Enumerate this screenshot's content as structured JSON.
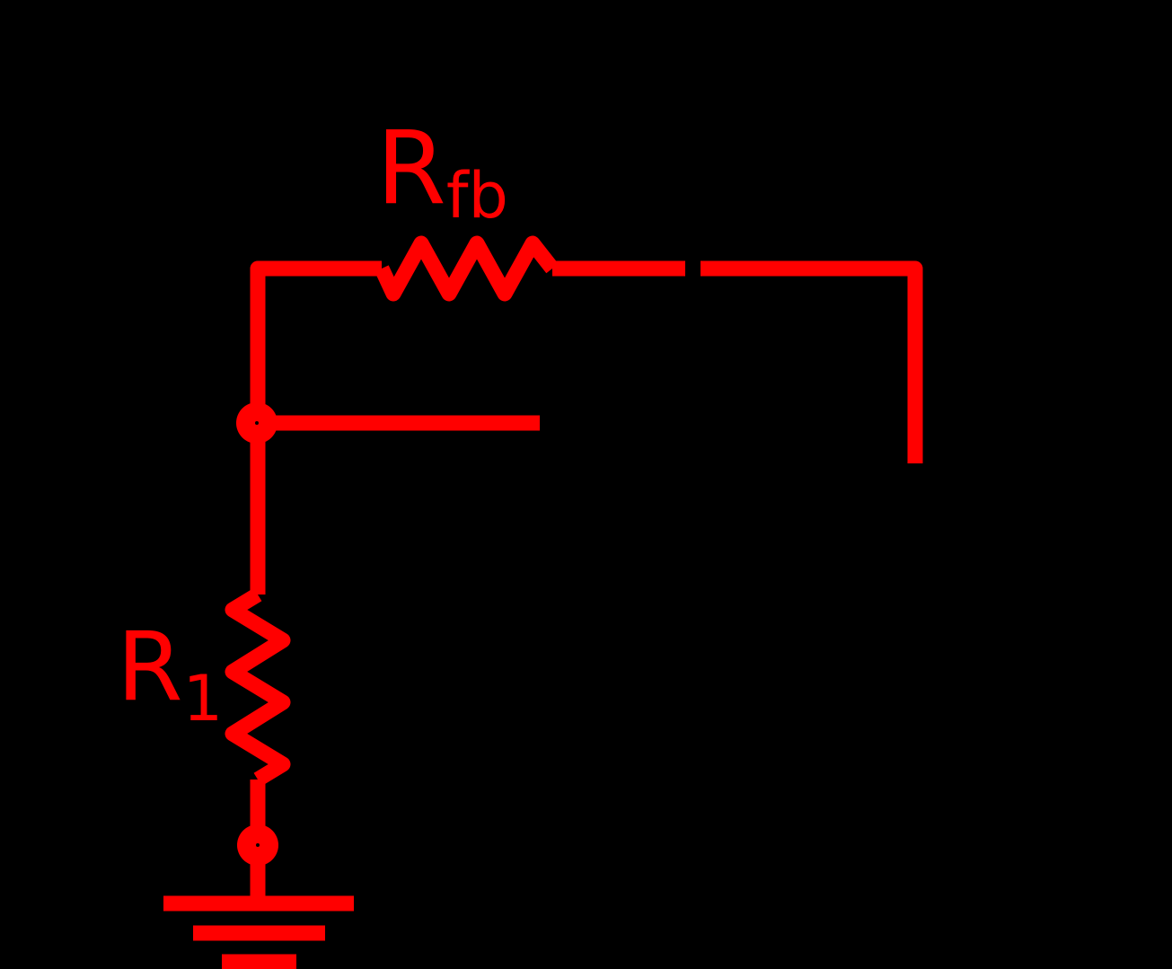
{
  "colors": {
    "background": "#000000",
    "circuit": "#ff0000"
  },
  "labels": {
    "feedback_resistor": {
      "base": "R",
      "subscript": "fb"
    },
    "input_resistor": {
      "base": "R",
      "subscript": "1"
    }
  },
  "components": [
    {
      "name": "feedback-resistor",
      "kind": "resistor",
      "orientation": "horizontal"
    },
    {
      "name": "input-resistor",
      "kind": "resistor",
      "orientation": "vertical"
    },
    {
      "name": "junction-dot-top",
      "kind": "junction-dot"
    },
    {
      "name": "junction-dot-bottom",
      "kind": "junction-dot"
    },
    {
      "name": "earth-ground",
      "kind": "ground-symbol"
    }
  ]
}
